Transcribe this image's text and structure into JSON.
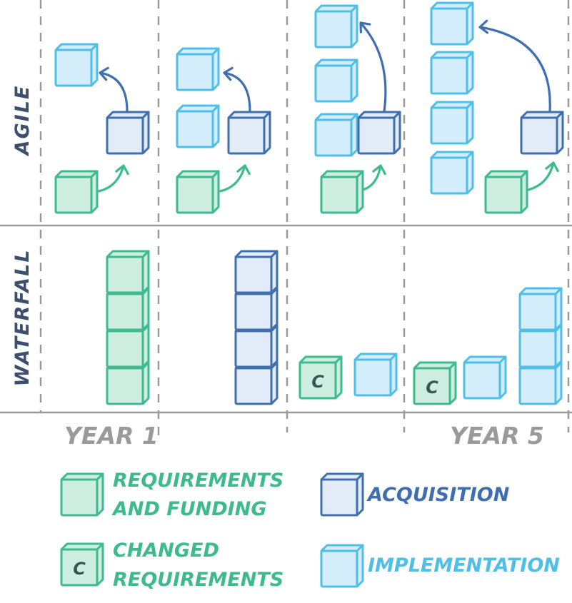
{
  "rows": {
    "agile": {
      "label": "AGILE"
    },
    "waterfall": {
      "label": "WATERFALL"
    }
  },
  "years": {
    "first": "YEAR 1",
    "last": "YEAR 5"
  },
  "legend": {
    "requirements": "REQUIREMENTS AND FUNDING",
    "requirements_line1": "REQUIREMENTS",
    "requirements_line2": "AND FUNDING",
    "changed": "CHANGED REQUIREMENTS",
    "changed_line1": "CHANGED",
    "changed_line2": "REQUIREMENTS",
    "acquisition": "ACQUISITION",
    "implementation": "IMPLEMENTATION"
  },
  "cube_letter": "C",
  "colors": {
    "requirements": "#3dbb8e",
    "requirements_fill": "#cdeee0",
    "acquisition": "#3f6fb0",
    "acquisition_fill": "#e1ecf8",
    "implementation": "#4fbfe8",
    "implementation_fill": "#d3eefa",
    "grid": "#9a9a9a",
    "row_label": "#3c4f6e",
    "year_label": "#9a9a9a"
  }
}
